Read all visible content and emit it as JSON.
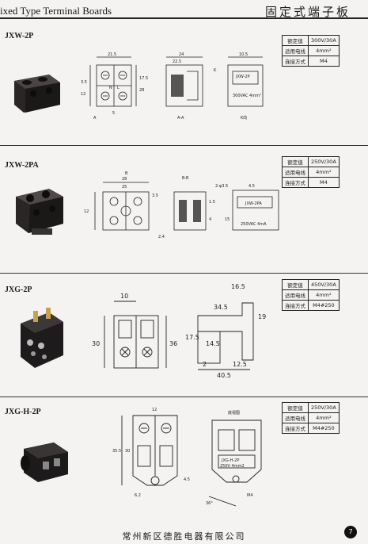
{
  "header": {
    "title_en": "ixed Type Terminal Boards",
    "title_cn": "固定式端子板"
  },
  "products": [
    {
      "model": "JXW-2P",
      "specs": [
        {
          "label": "额定值",
          "value": "300V/30A"
        },
        {
          "label": "适用电线",
          "value": "4mm²"
        },
        {
          "label": "连接方式",
          "value": "M4"
        }
      ],
      "dims": [
        "21.5",
        "24",
        "10.5",
        "22.5",
        "3.5",
        "17.5",
        "28",
        "12",
        "5",
        "N",
        "L",
        "A",
        "A-A",
        "K向",
        "K"
      ],
      "label_lines": [
        "JXW-2P",
        "300VAC 4mm²"
      ]
    },
    {
      "model": "JXW-2PA",
      "specs": [
        {
          "label": "额定值",
          "value": "250V/30A"
        },
        {
          "label": "适用电线",
          "value": "4mm²"
        },
        {
          "label": "连接方式",
          "value": "M4"
        }
      ],
      "dims": [
        "28",
        "25",
        "12",
        "3.5",
        "2-φ3.5",
        "4.5",
        "1.5",
        "4",
        "15",
        "2.4",
        "B",
        "B-B"
      ],
      "label_lines": [
        "JXW-2PA",
        "250VAC 4mA"
      ]
    },
    {
      "model": "JXG-2P",
      "specs": [
        {
          "label": "额定值",
          "value": "450V/30A"
        },
        {
          "label": "适用电线",
          "value": "4mm²"
        },
        {
          "label": "连接方式",
          "value": "M4#250"
        }
      ],
      "dims": [
        "10",
        "16.5",
        "34.5",
        "19",
        "30",
        "36",
        "17.5",
        "14.5",
        "2",
        "12.5",
        "40.5"
      ]
    },
    {
      "model": "JXG-H-2P",
      "specs": [
        {
          "label": "额定值",
          "value": "250V/30A"
        },
        {
          "label": "适用电线",
          "value": "4mm²"
        },
        {
          "label": "连接方式",
          "value": "M4#250"
        }
      ],
      "dims": [
        "12",
        "35.5",
        "30",
        "4.5",
        "6.2",
        "36°",
        "M4",
        "底视图"
      ],
      "label_lines": [
        "JXG-H-2P",
        "250V 4mm2"
      ]
    }
  ],
  "footer": {
    "company": "常州新区德胜电器有限公司",
    "page": "7"
  }
}
